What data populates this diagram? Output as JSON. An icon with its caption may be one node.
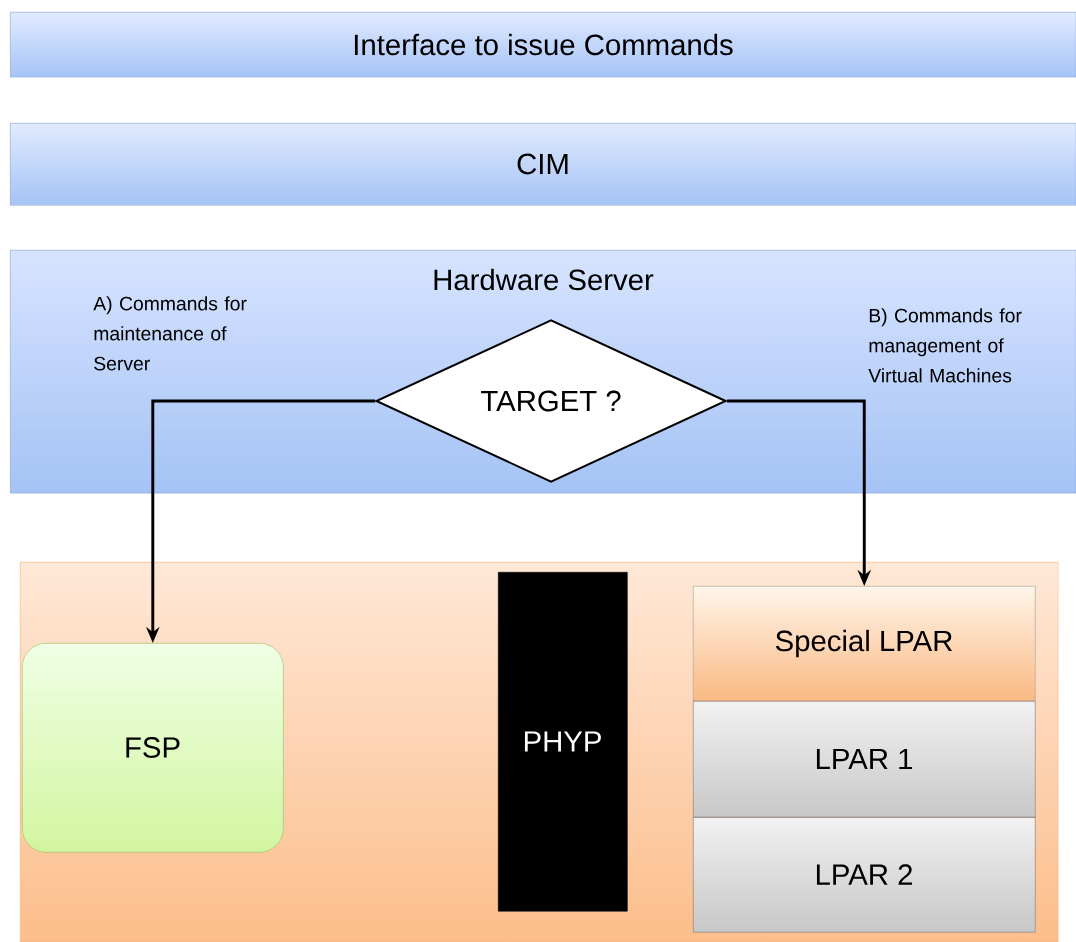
{
  "diagram": {
    "nodes": [
      {
        "text": [
          "Interface to issue Commands"
        ]
      },
      {
        "text": [
          "CIM"
        ]
      },
      {
        "text": [
          "Hardware Server"
        ]
      },
      {
        "text": [
          "TARGET ?"
        ],
        "in": 2
      },
      {
        "text": [],
        "shape": "box"
      },
      {
        "text": [
          "FSP"
        ],
        "in": 4
      },
      {
        "text": [
          "PHYP"
        ],
        "in": 4
      },
      {
        "text": [
          "Special LPAR"
        ],
        "in": 4
      },
      {
        "text": [
          "LPAR 1"
        ],
        "in": 4
      },
      {
        "text": [
          "LPAR 2"
        ],
        "in": 4
      }
    ],
    "edges": [
      {
        "from": 3,
        "to": 5,
        "arrow": "to",
        "label": "A) Commands for maintenance of Server"
      },
      {
        "from": 3,
        "to": 7,
        "arrow": "to",
        "label": "B) Commands for management of Virtual Machines"
      }
    ]
  }
}
